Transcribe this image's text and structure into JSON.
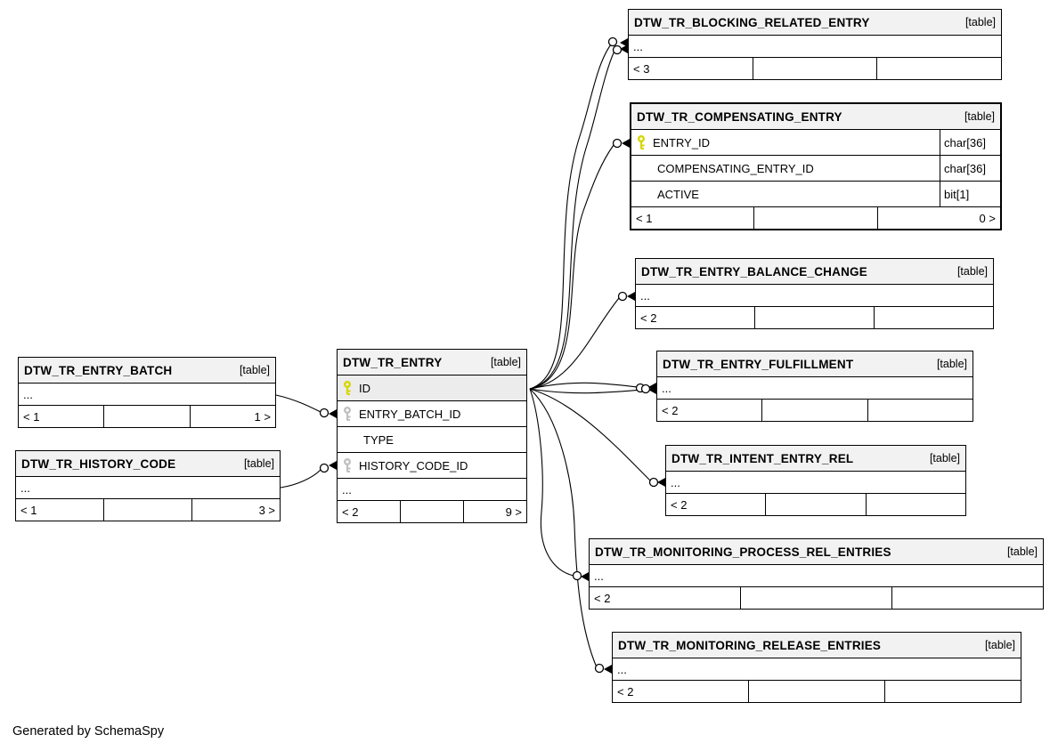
{
  "diagram": {
    "generator_note": "Generated by SchemaSpy",
    "colors": {
      "header_bg": "#f2f2f2",
      "highlight_row_bg": "#ececec",
      "primary_key_icon": "#d6d600",
      "foreign_key_icon": "#c0c0c0",
      "border": "#000000"
    },
    "tables": [
      {
        "id": "dtw_tr_blocking_related_entry",
        "name": "DTW_TR_BLOCKING_RELATED_ENTRY",
        "tag": "[table]",
        "emphasized": false,
        "columns": [
          {
            "name": "...",
            "type": "",
            "key": ""
          }
        ],
        "footer": {
          "left": "< 3",
          "mid": "",
          "right": ""
        }
      },
      {
        "id": "dtw_tr_compensating_entry",
        "name": "DTW_TR_COMPENSATING_ENTRY",
        "tag": "[table]",
        "emphasized": true,
        "columns": [
          {
            "name": "ENTRY_ID",
            "type": "char[36]",
            "key": "primary"
          },
          {
            "name": "COMPENSATING_ENTRY_ID",
            "type": "char[36]",
            "key": ""
          },
          {
            "name": "ACTIVE",
            "type": "bit[1]",
            "key": ""
          }
        ],
        "footer": {
          "left": "< 1",
          "mid": "",
          "right": "0 >"
        }
      },
      {
        "id": "dtw_tr_entry_balance_change",
        "name": "DTW_TR_ENTRY_BALANCE_CHANGE",
        "tag": "[table]",
        "emphasized": false,
        "columns": [
          {
            "name": "...",
            "type": "",
            "key": ""
          }
        ],
        "footer": {
          "left": "< 2",
          "mid": "",
          "right": ""
        }
      },
      {
        "id": "dtw_tr_entry_fulfillment",
        "name": "DTW_TR_ENTRY_FULFILLMENT",
        "tag": "[table]",
        "emphasized": false,
        "columns": [
          {
            "name": "...",
            "type": "",
            "key": ""
          }
        ],
        "footer": {
          "left": "< 2",
          "mid": "",
          "right": ""
        }
      },
      {
        "id": "dtw_tr_intent_entry_rel",
        "name": "DTW_TR_INTENT_ENTRY_REL",
        "tag": "[table]",
        "emphasized": false,
        "columns": [
          {
            "name": "...",
            "type": "",
            "key": ""
          }
        ],
        "footer": {
          "left": "< 2",
          "mid": "",
          "right": ""
        }
      },
      {
        "id": "dtw_tr_monitoring_process_rel_entries",
        "name": "DTW_TR_MONITORING_PROCESS_REL_ENTRIES",
        "tag": "[table]",
        "emphasized": false,
        "columns": [
          {
            "name": "...",
            "type": "",
            "key": ""
          }
        ],
        "footer": {
          "left": "< 2",
          "mid": "",
          "right": ""
        }
      },
      {
        "id": "dtw_tr_monitoring_release_entries",
        "name": "DTW_TR_MONITORING_RELEASE_ENTRIES",
        "tag": "[table]",
        "emphasized": false,
        "columns": [
          {
            "name": "...",
            "type": "",
            "key": ""
          }
        ],
        "footer": {
          "left": "< 2",
          "mid": "",
          "right": ""
        }
      },
      {
        "id": "dtw_tr_entry_batch",
        "name": "DTW_TR_ENTRY_BATCH",
        "tag": "[table]",
        "emphasized": false,
        "columns": [
          {
            "name": "...",
            "type": "",
            "key": ""
          }
        ],
        "footer": {
          "left": "< 1",
          "mid": "",
          "right": "1 >"
        }
      },
      {
        "id": "dtw_tr_history_code",
        "name": "DTW_TR_HISTORY_CODE",
        "tag": "[table]",
        "emphasized": false,
        "columns": [
          {
            "name": "...",
            "type": "",
            "key": ""
          }
        ],
        "footer": {
          "left": "< 1",
          "mid": "",
          "right": "3 >"
        }
      },
      {
        "id": "dtw_tr_entry",
        "name": "DTW_TR_ENTRY",
        "tag": "[table]",
        "emphasized": false,
        "columns": [
          {
            "name": "ID",
            "type": "",
            "key": "primary",
            "highlight": true
          },
          {
            "name": "ENTRY_BATCH_ID",
            "type": "",
            "key": "foreign"
          },
          {
            "name": "TYPE",
            "type": "",
            "key": ""
          },
          {
            "name": "HISTORY_CODE_ID",
            "type": "",
            "key": "foreign"
          },
          {
            "name": "...",
            "type": "",
            "key": ""
          }
        ],
        "footer": {
          "left": "< 2",
          "mid": "",
          "right": "9 >"
        }
      }
    ],
    "relationships": [
      {
        "from": "DTW_TR_ENTRY.ID",
        "to": "DTW_TR_BLOCKING_RELATED_ENTRY",
        "lines": 2
      },
      {
        "from": "DTW_TR_ENTRY.ID",
        "to": "DTW_TR_COMPENSATING_ENTRY.ENTRY_ID",
        "lines": 1
      },
      {
        "from": "DTW_TR_ENTRY.ID",
        "to": "DTW_TR_ENTRY_BALANCE_CHANGE",
        "lines": 1
      },
      {
        "from": "DTW_TR_ENTRY.ID",
        "to": "DTW_TR_ENTRY_FULFILLMENT",
        "lines": 2
      },
      {
        "from": "DTW_TR_ENTRY.ID",
        "to": "DTW_TR_INTENT_ENTRY_REL",
        "lines": 1
      },
      {
        "from": "DTW_TR_ENTRY.ID",
        "to": "DTW_TR_MONITORING_PROCESS_REL_ENTRIES",
        "lines": 1
      },
      {
        "from": "DTW_TR_ENTRY.ID",
        "to": "DTW_TR_MONITORING_RELEASE_ENTRIES",
        "lines": 1
      },
      {
        "from": "DTW_TR_ENTRY_BATCH",
        "to": "DTW_TR_ENTRY.ENTRY_BATCH_ID",
        "lines": 1
      },
      {
        "from": "DTW_TR_HISTORY_CODE",
        "to": "DTW_TR_ENTRY.HISTORY_CODE_ID",
        "lines": 1
      }
    ]
  }
}
